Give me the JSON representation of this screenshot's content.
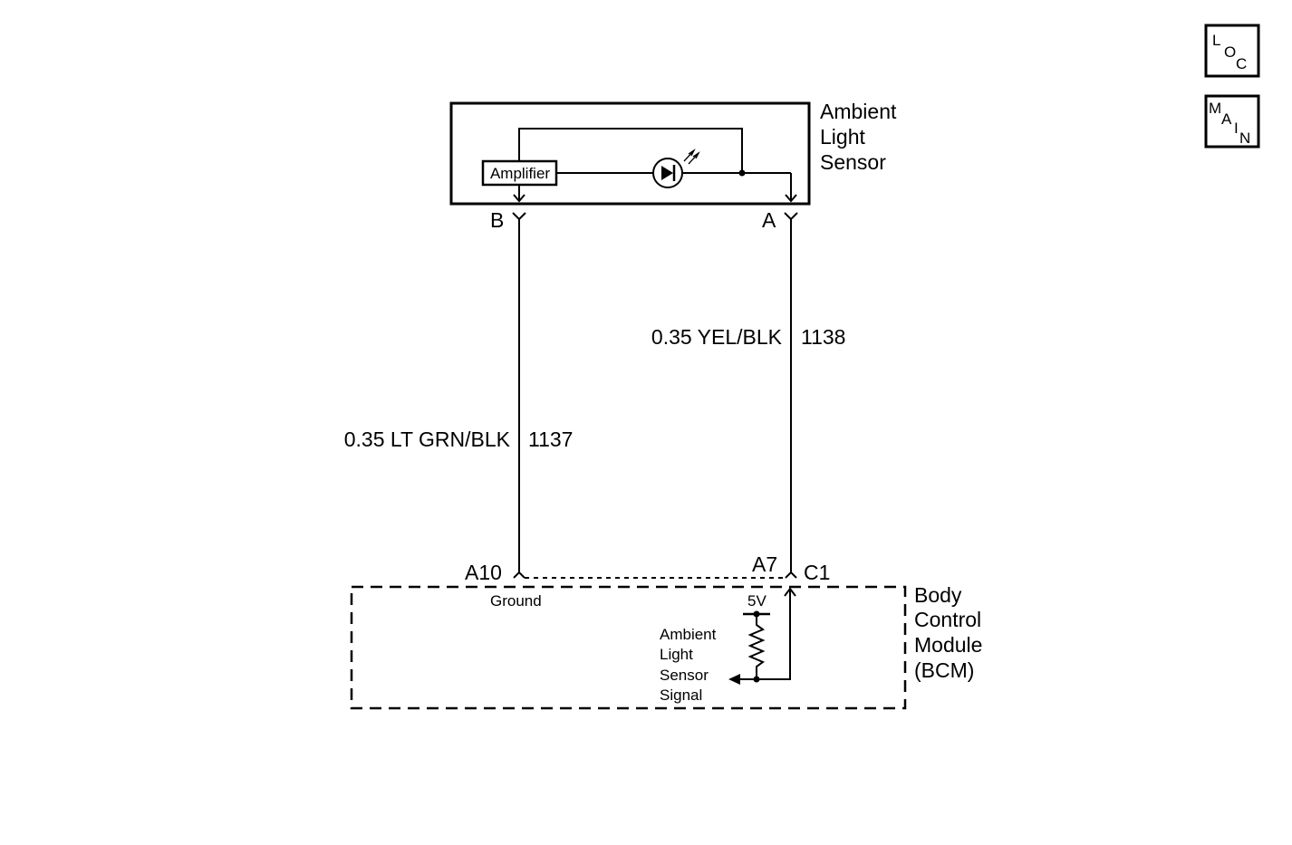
{
  "nav": {
    "loc": {
      "l1": "L",
      "l2": "O",
      "l3": "C"
    },
    "main": {
      "l1": "M",
      "l2": "A",
      "l3": "I",
      "l4": "N"
    }
  },
  "sensor": {
    "title_lines": [
      "Ambient",
      "Light",
      "Sensor"
    ],
    "amplifier_label": "Amplifier",
    "pin_b": "B",
    "pin_a": "A"
  },
  "wires": {
    "left": {
      "gauge_color": "0.35 LT GRN/BLK",
      "circuit": "1137"
    },
    "right": {
      "gauge_color": "0.35 YEL/BLK",
      "circuit": "1138"
    }
  },
  "bcm": {
    "title_lines": [
      "Body",
      "Control",
      "Module",
      "(BCM)"
    ],
    "pin_a10": "A10",
    "pin_a7": "A7",
    "connector_c1": "C1",
    "ground_label": "Ground",
    "voltage_label": "5V",
    "signal_lines": [
      "Ambient",
      "Light",
      "Sensor",
      "Signal"
    ]
  }
}
